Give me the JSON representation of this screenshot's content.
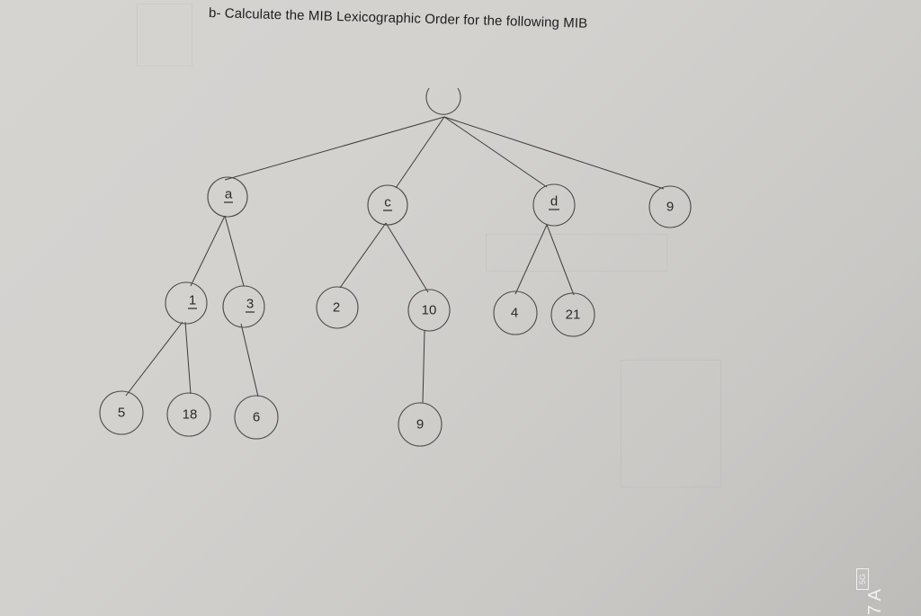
{
  "question": {
    "title": "b- Calculate the MIB Lexicographic Order for the following MIB"
  },
  "tree": {
    "root": {
      "label": ""
    },
    "level1": [
      {
        "label": "a",
        "underlined": true
      },
      {
        "label": "c",
        "underlined": true
      },
      {
        "label": "d",
        "underlined": true
      },
      {
        "label": "9",
        "underlined": false
      }
    ],
    "level2": [
      {
        "label": "1",
        "parent": "a",
        "underlined": true
      },
      {
        "label": "3",
        "parent": "a",
        "underlined": true
      },
      {
        "label": "2",
        "parent": "c",
        "underlined": false
      },
      {
        "label": "10",
        "parent": "c",
        "underlined": false
      },
      {
        "label": "4",
        "parent": "d",
        "underlined": false
      },
      {
        "label": "21",
        "parent": "d",
        "underlined": false
      }
    ],
    "level3": [
      {
        "label": "5",
        "parent": "1"
      },
      {
        "label": "18",
        "parent": "1"
      },
      {
        "label": "6",
        "parent": "3"
      },
      {
        "label": "9",
        "parent": "10"
      }
    ]
  },
  "overlay": {
    "network_badge": "5G",
    "corner_glyphs": "7 A"
  }
}
